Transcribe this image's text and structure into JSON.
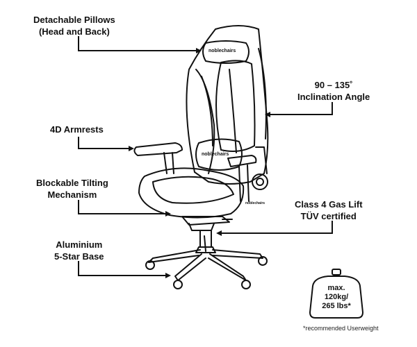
{
  "callouts": {
    "pillows": {
      "line1": "Detachable Pillows",
      "line2": "(Head and Back)"
    },
    "inclination": {
      "line1": "90 – 135˚",
      "line2": "Inclination Angle"
    },
    "armrests": {
      "line1": "4D Armrests"
    },
    "tilting": {
      "line1": "Blockable Tilting",
      "line2": "Mechanism"
    },
    "gaslift": {
      "line1": "Class 4 Gas Lift",
      "line2": "TÜV certified"
    },
    "base": {
      "line1": "Aluminium",
      "line2": "5-Star Base"
    }
  },
  "chair": {
    "headrest_brand": "noblechairs",
    "lumbar_brand": "noblechairs",
    "side_brand": "noblechairs"
  },
  "weight": {
    "line1": "max.",
    "line2": "120kg/",
    "line3": "265 lbs*",
    "footnote": "*recommended Userweight"
  }
}
